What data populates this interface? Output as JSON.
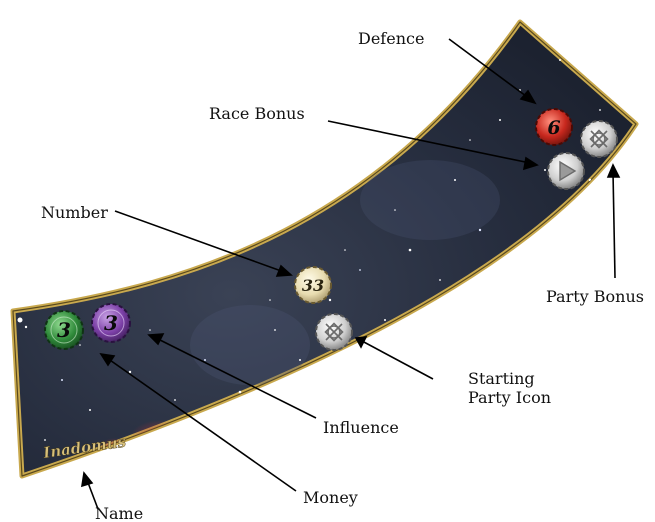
{
  "card": {
    "name": "Inadomus"
  },
  "labels": {
    "defence": "Defence",
    "race_bonus": "Race Bonus",
    "number": "Number",
    "party_bonus": "Party Bonus",
    "starting_party_icon_line1": "Starting",
    "starting_party_icon_line2": "Party Icon",
    "influence": "Influence",
    "money": "Money",
    "name": "Name"
  },
  "tokens": {
    "money": {
      "value": "3",
      "color": "#2f8a3a"
    },
    "influence": {
      "value": "3",
      "color": "#7b3fa6"
    },
    "number": {
      "value": "33",
      "color": "#e8dcb0"
    },
    "defence": {
      "value": "6",
      "color": "#c8281e"
    }
  },
  "colors": {
    "frame": "#c9a94e",
    "space": "#1c2233"
  }
}
